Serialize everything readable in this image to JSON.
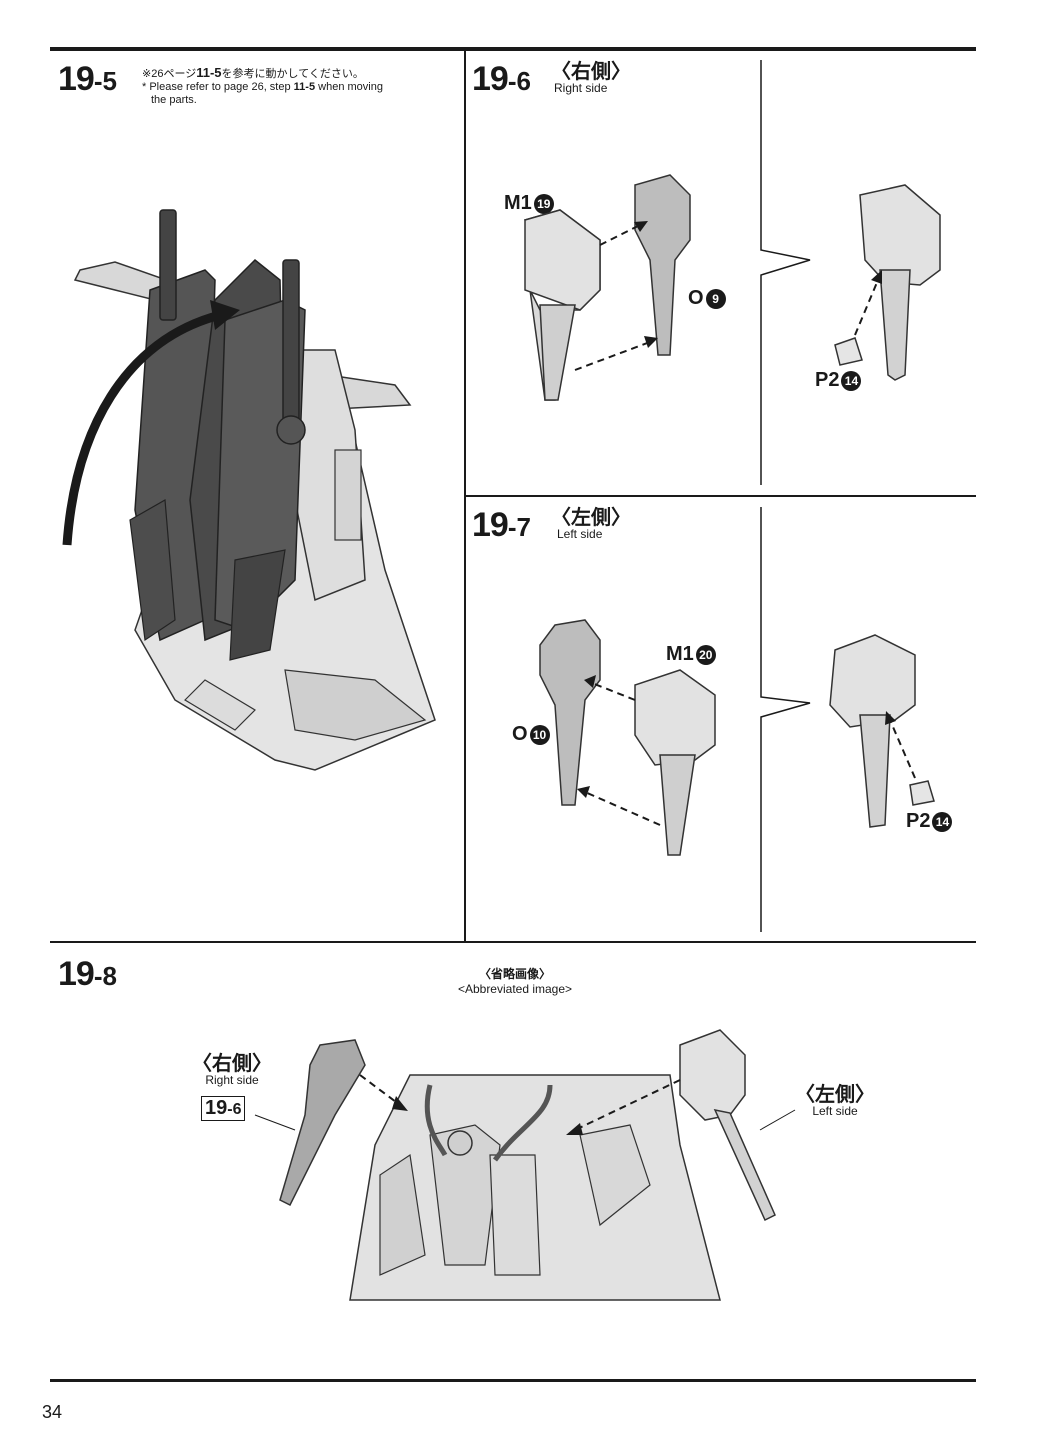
{
  "page_number": "34",
  "steps": {
    "s5": {
      "main": "19",
      "sub": "-5",
      "note_jp_prefix": "※26ページ",
      "note_jp_step": "11-5",
      "note_jp_suffix": "を参考に動かしてください。",
      "note_en_1a": "* Please refer to page 26, step ",
      "note_en_1b": "11-5",
      "note_en_1c": " when moving",
      "note_en_2": "the parts."
    },
    "s6": {
      "main": "19",
      "sub": "-6",
      "side_jp": "〈右側〉",
      "side_en": "Right side",
      "parts": {
        "m1": {
          "label": "M1",
          "num": "19"
        },
        "o": {
          "label": "O",
          "num": "9"
        },
        "p2": {
          "label": "P2",
          "num": "14"
        }
      }
    },
    "s7": {
      "main": "19",
      "sub": "-7",
      "side_jp": "〈左側〉",
      "side_en": "Left side",
      "parts": {
        "m1": {
          "label": "M1",
          "num": "20"
        },
        "o": {
          "label": "O",
          "num": "10"
        },
        "p2": {
          "label": "P2",
          "num": "14"
        }
      }
    },
    "s8": {
      "main": "19",
      "sub": "-8",
      "abbrev_jp": "〈省略画像〉",
      "abbrev_en": "<Abbreviated image>",
      "right_jp": "〈右側〉",
      "right_en": "Right side",
      "ref_main": "19",
      "ref_sub": "-6",
      "left_jp": "〈左側〉",
      "left_en": "Left side"
    }
  }
}
